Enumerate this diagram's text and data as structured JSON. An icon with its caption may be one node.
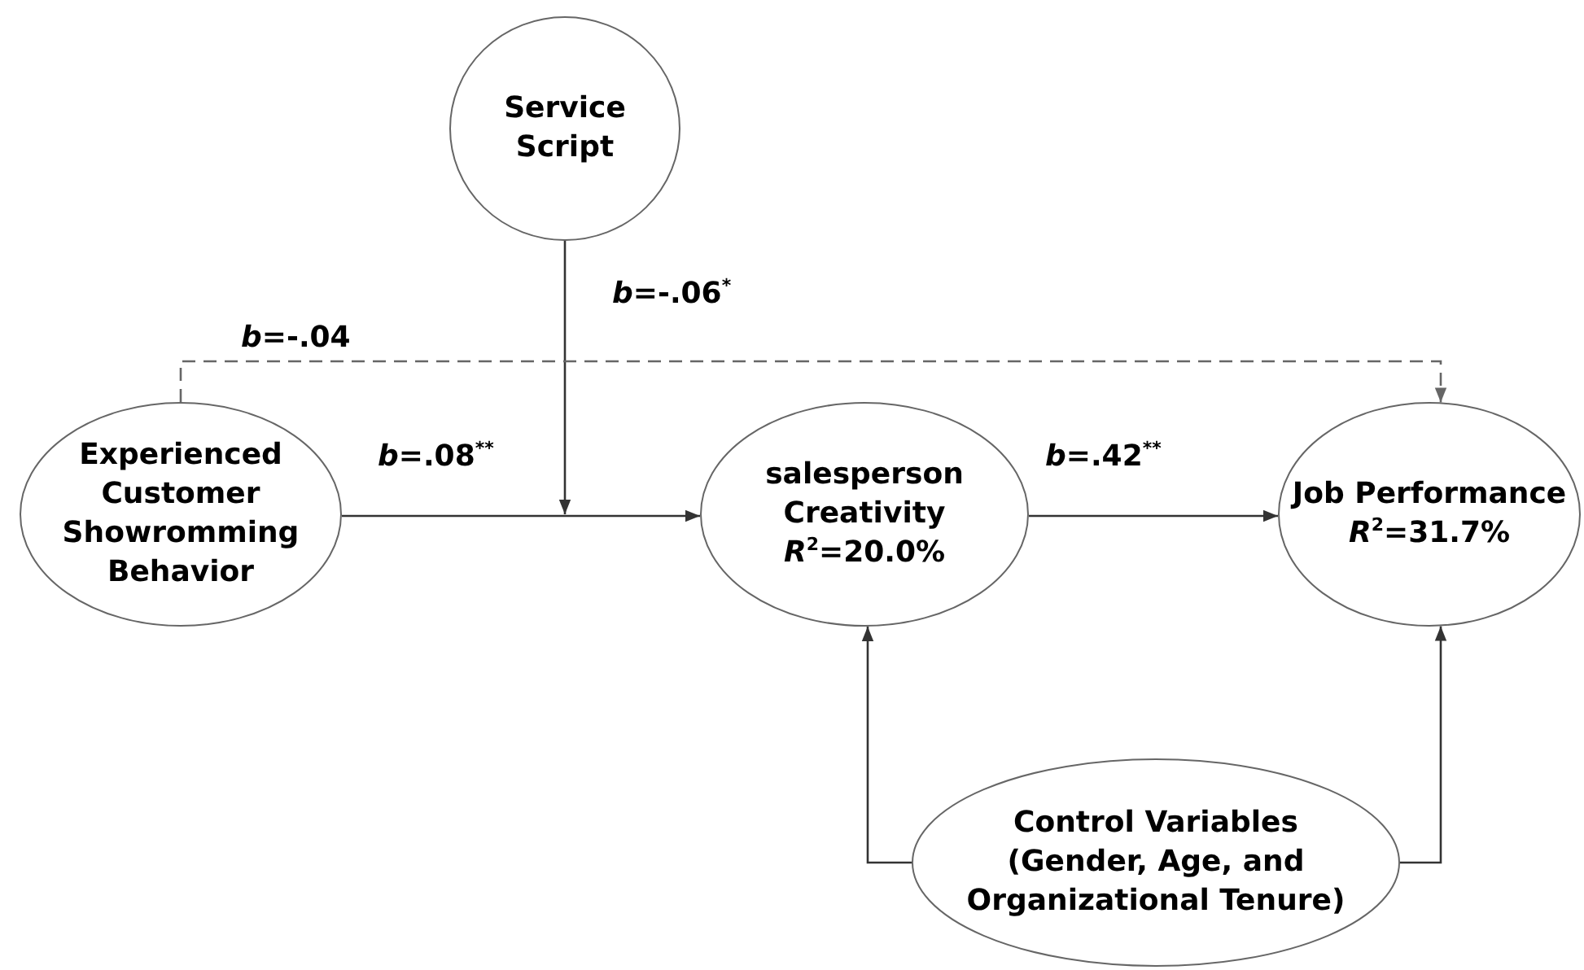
{
  "diagram": {
    "nodes": [
      {
        "text": [
          "Service Script"
        ]
      },
      {
        "text": [
          "Experienced Customer Showromming Behavior"
        ]
      },
      {
        "text": [
          "salesperson Creativity",
          "*R*$^{2}$=20.0%"
        ]
      },
      {
        "text": [
          "Job Performance",
          "*R*$^{2}$=31.7%"
        ]
      },
      {
        "text": [
          "Control Variables (Gender, Age, and Organizational Tenure)"
        ]
      }
    ],
    "edges": [
      {
        "from": 1,
        "to": 2,
        "arrow": "to",
        "label": "*b*=.08$^{**}$"
      },
      {
        "from": 0,
        "to": null,
        "arrow": "to",
        "label": "*b*=-.06$^{*}$"
      },
      {
        "from": 1,
        "to": 3,
        "arrow": "to",
        "label": "*b*=-.04",
        "style": "dashed",
        "color": "#666666"
      },
      {
        "from": 2,
        "to": 3,
        "arrow": "to",
        "label": "*b*=.42$^{**}$"
      },
      {
        "from": 4,
        "to": 2,
        "arrow": "to"
      },
      {
        "from": 4,
        "to": 3,
        "arrow": "to"
      }
    ]
  }
}
